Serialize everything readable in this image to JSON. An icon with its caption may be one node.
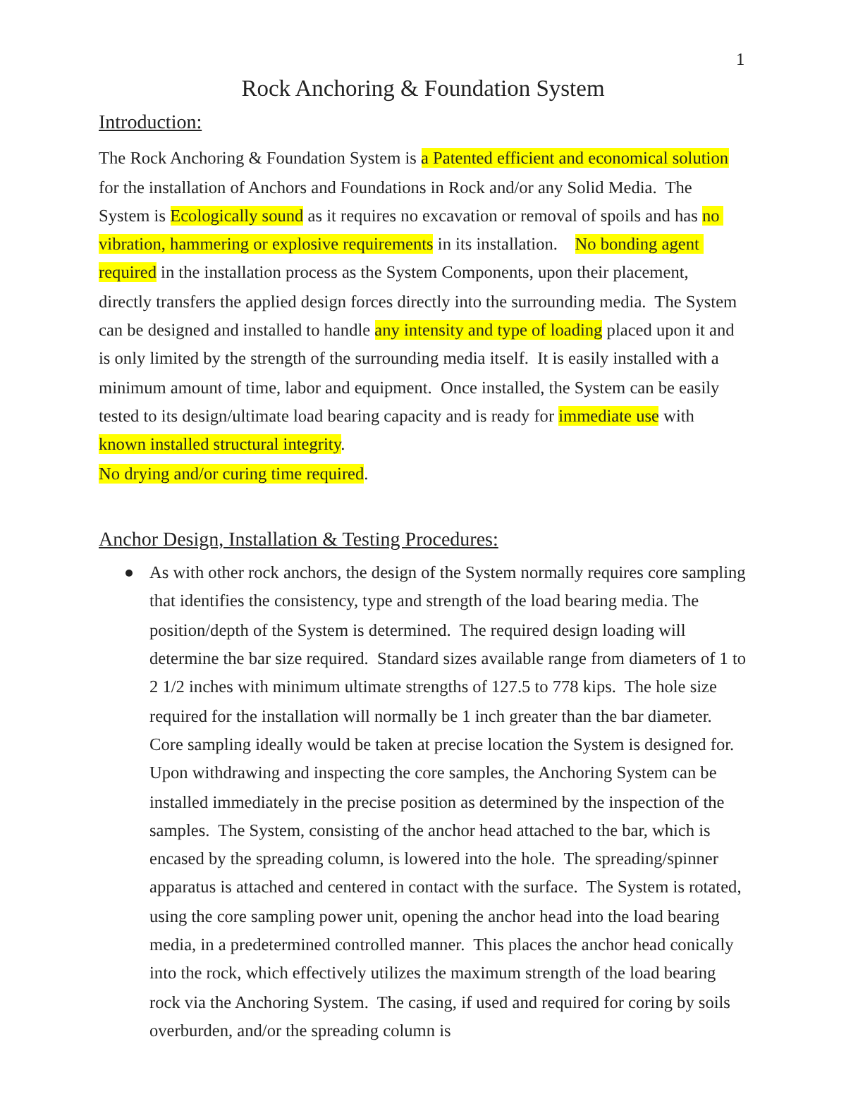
{
  "diagram": {
    "title": "Rock Anchoring & Foundation System",
    "labels": [
      "1",
      "Introduction:",
      "The Rock Anchoring & Foundation System is **a Patented efficient and economical solution** for the installation of Anchors and Foundations in Rock and/or any Solid Media.  The System is **Ecologically sound** as it requires no excavation or removal of spoils and has **no vibration, hammering or explosive requirements** in its installation.    **No bonding agent required** in the installation process as the System Components, upon their placement, directly transfers the applied design forces directly into the surrounding media.  The System can be designed and installed to handle **any intensity and type of loading** placed upon it and is only limited by the strength of the surrounding media itself.  It is easily installed with a minimum amount of time, labor and equipment.  Once installed, the System can be easily tested to its design/ultimate load bearing capacity and is ready for **immediate use** with **known installed structural integrity**.",
      "**No drying and/or curing time required**.",
      "Anchor Design, Installation & Testing Procedures:",
      "As with other rock anchors, the design of the System normally requires core sampling that identifies the consistency, type and strength of the load bearing media. The position/depth of the System is determined.  The required design loading will determine the bar size required.  Standard sizes available range from diameters of 1 to 2 1/2 inches with minimum ultimate strengths of 127.5 to 778 kips.  The hole size required for the installation will normally be 1 inch greater than the bar diameter.  Core sampling ideally would be taken at precise location the System is designed for.  Upon withdrawing and inspecting the core samples, the Anchoring System can be installed immediately in the precise position as determined by the inspection of the samples.  The System, consisting of the anchor head attached to the bar, which is encased by the spreading column, is lowered into the hole.  The spreading/spinner apparatus is attached and centered in contact with the surface.  The System is rotated, using the core sampling power unit, opening the anchor head into the load bearing media, in a predetermined controlled manner.  This places the anchor head conically into the rock, which effectively utilizes the maximum strength of the load bearing rock via the Anchoring System.  The casing, if used and required for coring by soils overburden, and/or the spreading column is"
    ]
  }
}
